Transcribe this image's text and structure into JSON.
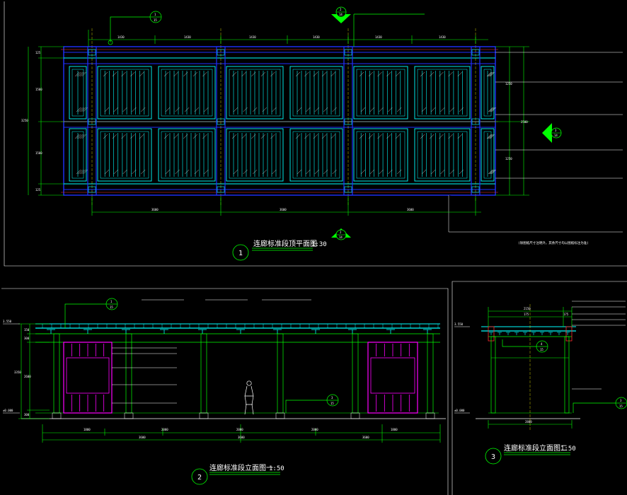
{
  "views": {
    "plan": {
      "title": "连廊标准段顶平面图",
      "scale": "1:30",
      "number": "1",
      "note": "(除图纸尺寸注明外，其余尺寸均以图纸标注为准)"
    },
    "elevation_front": {
      "title": "连廊标准段立面图一",
      "scale": "1:50",
      "number": "2"
    },
    "elevation_side": {
      "title": "连廊标准段立面图二",
      "scale": "1:50",
      "number": "3"
    }
  },
  "section_markers": {
    "top": {
      "num": "2",
      "sheet": "14"
    },
    "bottom": {
      "num": "2",
      "sheet": "14"
    },
    "right": {
      "num": "3",
      "sheet": "14"
    }
  },
  "detail_bubbles": {
    "plan_top": {
      "num": "1",
      "sheet": "15"
    },
    "front_top": {
      "num": "1",
      "sheet": "15"
    },
    "front_bottom": {
      "num": "3",
      "sheet": "15"
    },
    "side_mid": {
      "num": "4",
      "sheet": "15"
    },
    "side_low": {
      "num": "3",
      "sheet": "15"
    }
  },
  "dimensions": {
    "plan_top": [
      "1430",
      "1430",
      "1430",
      "1430",
      "1430",
      "1430"
    ],
    "plan_bottom": [
      "3600",
      "3600",
      "3600"
    ],
    "plan_left": [
      "125",
      "1500",
      "1500",
      "125"
    ],
    "plan_left_total": "3250",
    "plan_right": [
      "1250",
      "1250"
    ],
    "plan_right_total": "2500",
    "front_bottom": [
      "3600",
      "3600",
      "3600"
    ],
    "front_bottom_sub": [
      "1800",
      "2000",
      "2000",
      "2000",
      "1800"
    ],
    "front_left": [
      "150",
      "300",
      "2600",
      "300"
    ],
    "front_left_total": "3350",
    "front_levels": [
      "3.550",
      "±0.000"
    ],
    "side_bottom": [
      "2800"
    ],
    "side_top": [
      "2150",
      "175",
      "175"
    ],
    "side_levels": [
      "3.550",
      "±0.000"
    ]
  },
  "colors": {
    "cyan": "#00ffff",
    "green": "#00ff00",
    "blue": "#2030ff",
    "magenta": "#ff00ff",
    "red": "#ff3030",
    "yellow": "#ffff00",
    "white": "#ffffff"
  }
}
